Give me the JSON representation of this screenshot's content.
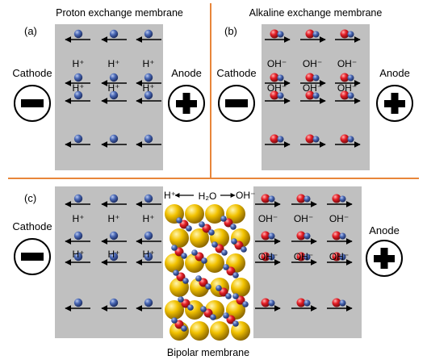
{
  "panels": {
    "a": {
      "letter": "(a)",
      "title": "Proton exchange membrane",
      "cathode": "Cathode",
      "anode": "Anode",
      "ion": "H⁺"
    },
    "b": {
      "letter": "(b)",
      "title": "Alkaline exchange membrane",
      "cathode": "Cathode",
      "anode": "Anode",
      "ion": "OH⁻"
    },
    "c": {
      "letter": "(c)",
      "title": "Bipolar membrane",
      "cathode": "Cathode",
      "anode": "Anode",
      "ion_left": "H⁺",
      "ion_right": "OH⁻",
      "junction_left": "H⁺",
      "junction_center": "H₂O",
      "junction_right": "OH⁻"
    }
  },
  "electrode_symbols": {
    "cathode": "minus",
    "anode": "plus"
  },
  "colors": {
    "membrane": "#c0c0c0",
    "divider": "#e8863a",
    "proton": "#3a5aa5",
    "oxygen": "#e01f26",
    "catalyst_gold": "#f2c200"
  }
}
